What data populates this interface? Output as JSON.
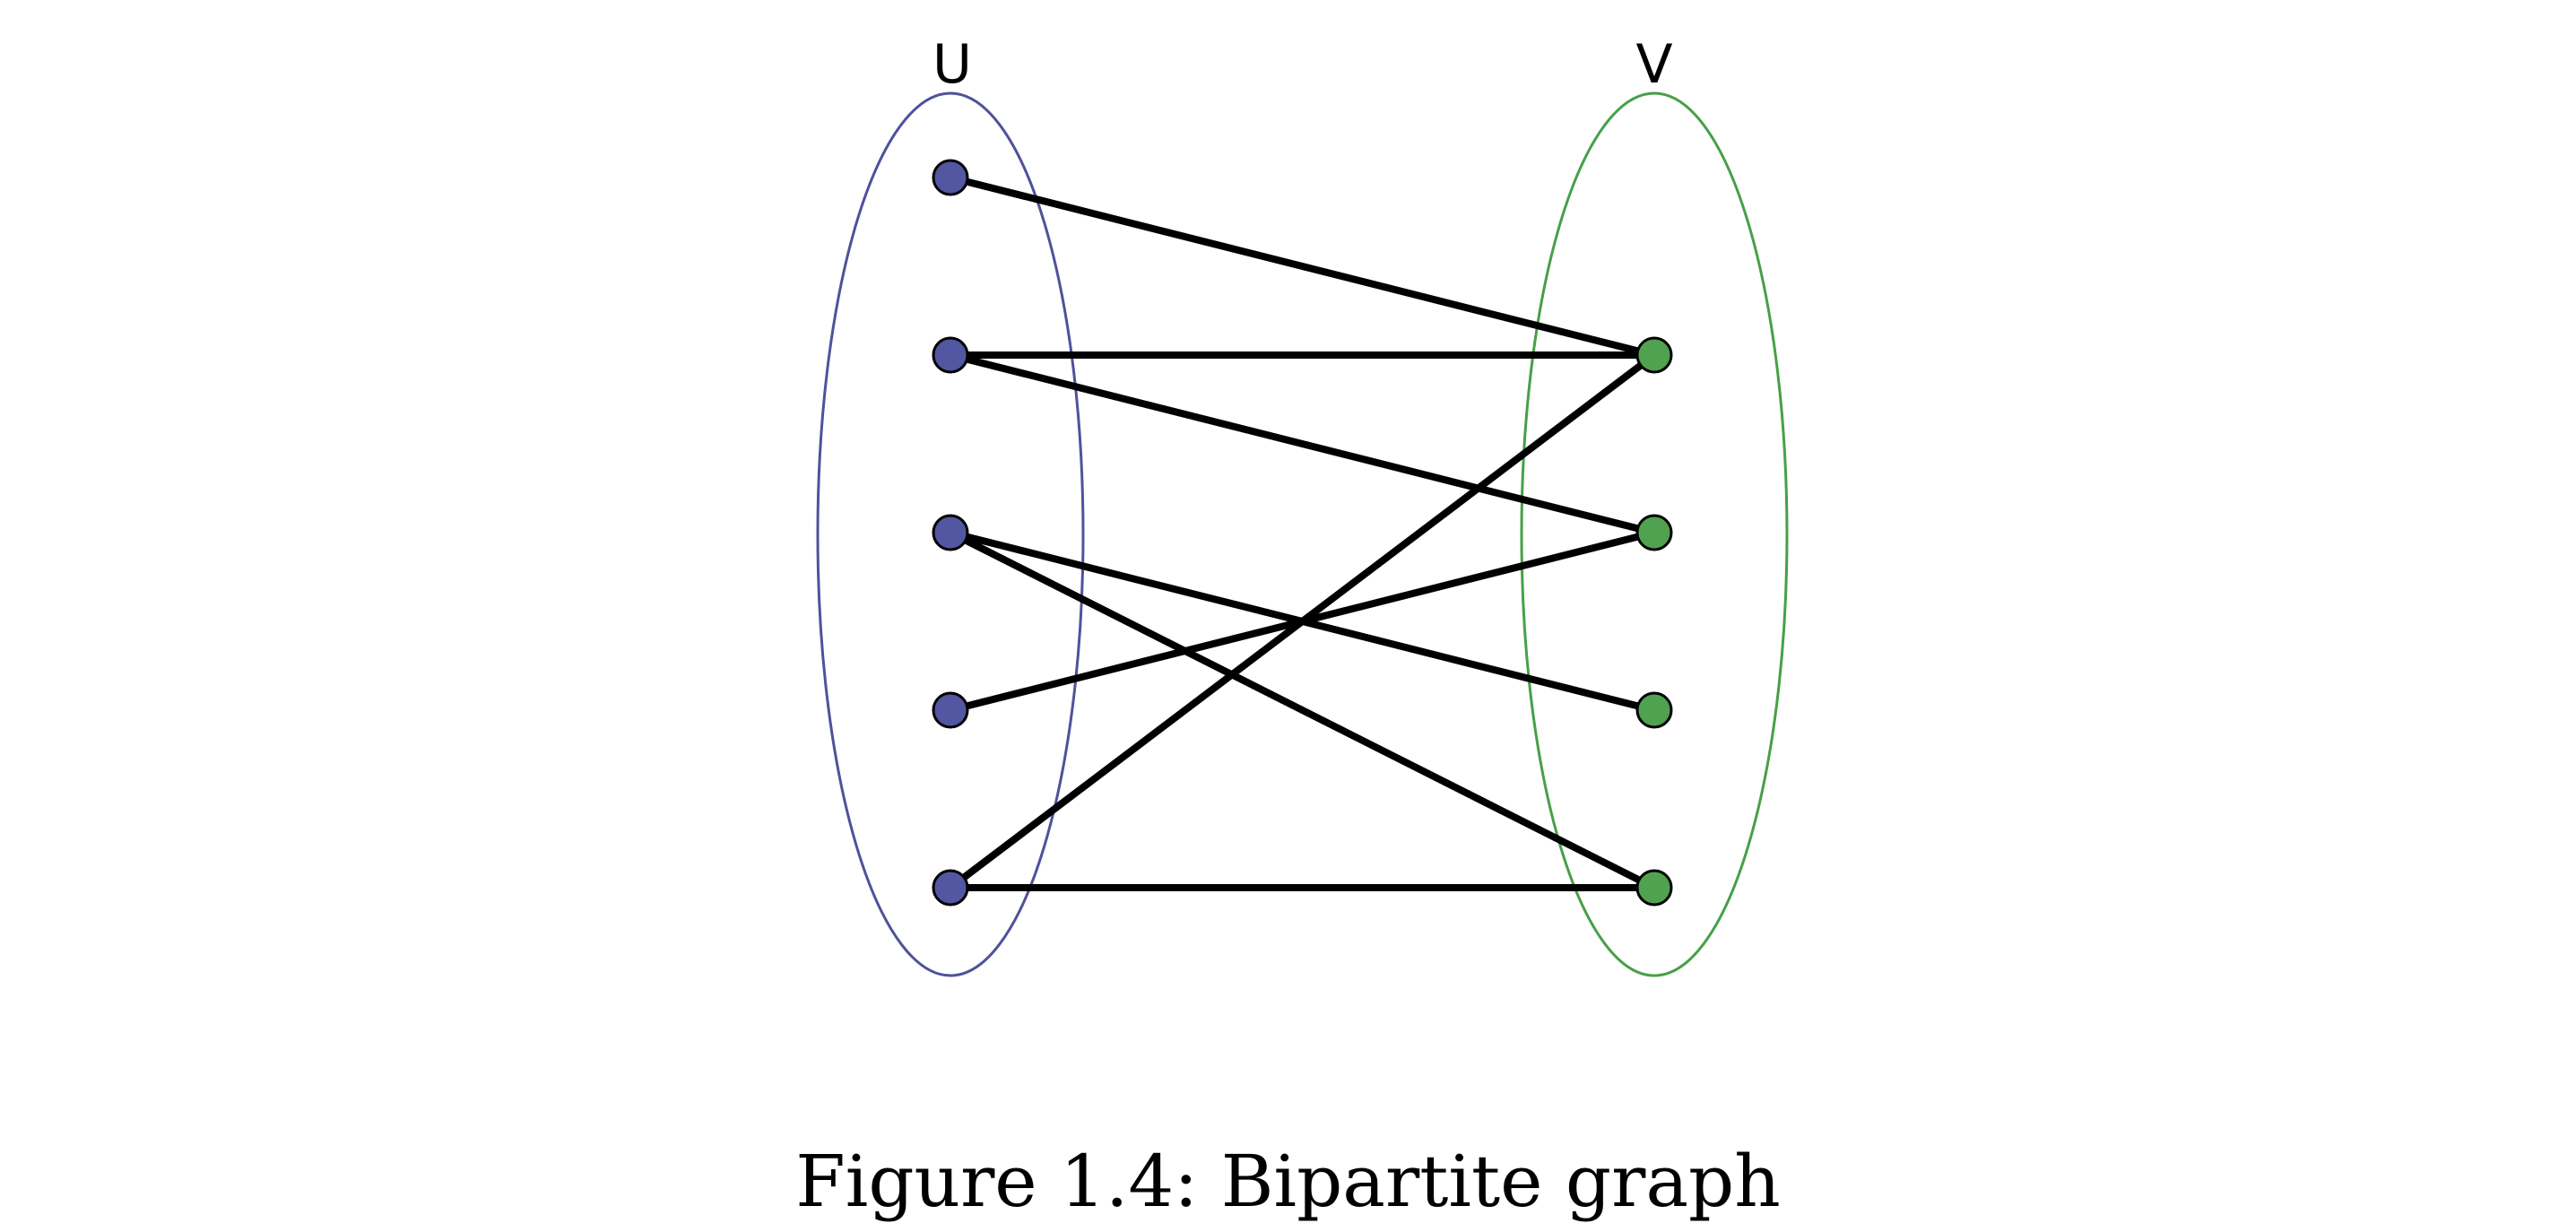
{
  "colors": {
    "set_u": "#4e529b",
    "set_v": "#46a047",
    "node_u_fill": "#5356a1",
    "node_v_fill": "#50a250",
    "edge": "#000000",
    "node_stroke": "#000000"
  },
  "diagram": {
    "set_u": {
      "label": "U",
      "nodes": [
        "u1",
        "u2",
        "u3",
        "u4",
        "u5"
      ]
    },
    "set_v": {
      "label": "V",
      "nodes": [
        "v1",
        "v2",
        "v3",
        "v4"
      ]
    },
    "edges": [
      [
        "u1",
        "v1"
      ],
      [
        "u2",
        "v1"
      ],
      [
        "u2",
        "v2"
      ],
      [
        "u3",
        "v3"
      ],
      [
        "u3",
        "v4"
      ],
      [
        "u4",
        "v2"
      ],
      [
        "u5",
        "v1"
      ],
      [
        "u5",
        "v4"
      ]
    ]
  },
  "caption": "Figure 1.4: Bipartite graph"
}
